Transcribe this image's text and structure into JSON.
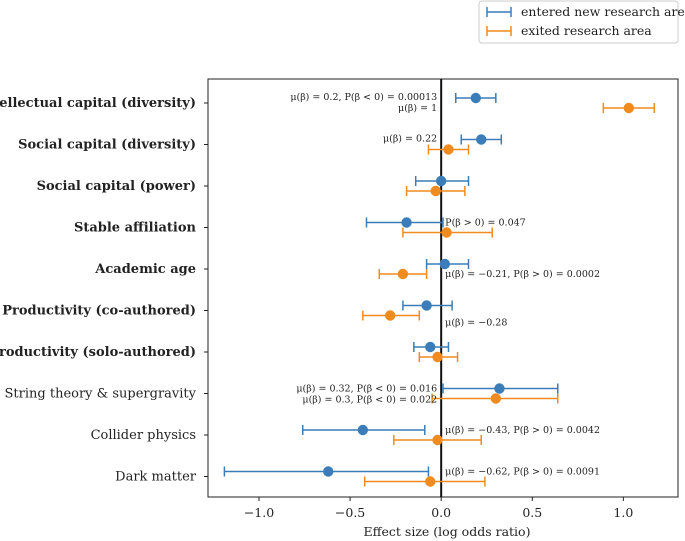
{
  "chart_data": {
    "type": "errorbar",
    "xlabel": "Effect size (log odds ratio)",
    "xlim": [
      -1.28,
      1.3
    ],
    "xticks": [
      -1.0,
      -0.5,
      0.0,
      0.5,
      1.0
    ],
    "xtick_labels": [
      "−1.0",
      "−0.5",
      "0.0",
      "0.5",
      "1.0"
    ],
    "reference_line_x": 0,
    "legend_position": "top-right",
    "categories": [
      {
        "label": "Intellectual capital (diversity)",
        "bold": true
      },
      {
        "label": "Social capital (diversity)",
        "bold": true
      },
      {
        "label": "Social capital (power)",
        "bold": true
      },
      {
        "label": "Stable affiliation",
        "bold": true
      },
      {
        "label": "Academic age",
        "bold": true
      },
      {
        "label": "Productivity (co-authored)",
        "bold": true
      },
      {
        "label": "Productivity (solo-authored)",
        "bold": true
      },
      {
        "label": "String theory & supergravity",
        "bold": false
      },
      {
        "label": "Collider physics",
        "bold": false
      },
      {
        "label": "Dark matter",
        "bold": false
      }
    ],
    "series": [
      {
        "name": "entered new research area",
        "color": "#3a7db8",
        "mean": [
          0.19,
          0.22,
          0.0,
          -0.19,
          0.02,
          -0.08,
          -0.06,
          0.32,
          -0.43,
          -0.62
        ],
        "lower": [
          0.08,
          0.11,
          -0.14,
          -0.41,
          -0.08,
          -0.21,
          -0.15,
          0.01,
          -0.76,
          -1.19
        ],
        "upper": [
          0.3,
          0.33,
          0.15,
          0.01,
          0.15,
          0.06,
          0.04,
          0.64,
          -0.09,
          -0.07
        ]
      },
      {
        "name": "exited research area",
        "color": "#f08b1f",
        "mean": [
          1.03,
          0.04,
          -0.03,
          0.03,
          -0.21,
          -0.28,
          -0.02,
          0.3,
          -0.02,
          -0.06
        ],
        "lower": [
          0.89,
          -0.07,
          -0.19,
          -0.21,
          -0.34,
          -0.43,
          -0.12,
          -0.05,
          -0.26,
          -0.42
        ],
        "upper": [
          1.17,
          0.15,
          0.13,
          0.28,
          -0.08,
          -0.12,
          0.09,
          0.64,
          0.22,
          0.24
        ]
      }
    ],
    "annotations": [
      {
        "row": 0,
        "side": "left",
        "dy": -3,
        "text": "μ(β) = 0.2, P(β < 0) = 0.00013"
      },
      {
        "row": 0,
        "side": "left",
        "dy": 8,
        "text": "μ(β) = 1"
      },
      {
        "row": 1,
        "side": "left",
        "dy": -3,
        "text": "μ(β) = 0.22"
      },
      {
        "row": 3,
        "side": "right",
        "dy": -2,
        "text": "P(β > 0) = 0.047"
      },
      {
        "row": 4,
        "side": "right",
        "dy": 8,
        "text": "μ(β) = −0.21, P(β > 0) = 0.0002"
      },
      {
        "row": 5,
        "side": "right",
        "dy": 15,
        "text": "μ(β) = −0.28"
      },
      {
        "row": 7,
        "side": "left",
        "dy": -2,
        "text": "μ(β) = 0.32, P(β < 0) = 0.016"
      },
      {
        "row": 7,
        "side": "left",
        "dy": 9,
        "text": "μ(β) = 0.3, P(β < 0) = 0.022"
      },
      {
        "row": 8,
        "side": "right",
        "dy": -2,
        "text": "μ(β) = −0.43, P(β > 0) = 0.0042"
      },
      {
        "row": 9,
        "side": "right",
        "dy": -2,
        "text": "μ(β) = −0.62, P(β > 0) = 0.0091"
      }
    ]
  }
}
